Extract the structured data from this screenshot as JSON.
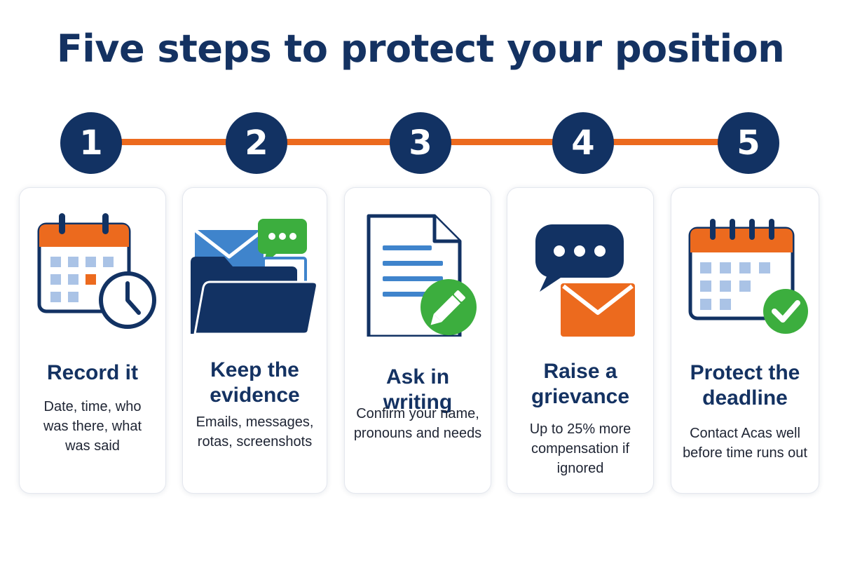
{
  "title": "Five steps to protect your position",
  "colors": {
    "navy": "#123263",
    "orange": "#ec6a1e",
    "blue": "#3f84cc",
    "light_blue": "#aac3e6",
    "green": "#3cae3e"
  },
  "steps": [
    {
      "number": "1",
      "title": "Record it",
      "description": "Date, time, who was there, what was said",
      "icon": "calendar-clock-icon"
    },
    {
      "number": "2",
      "title": "Keep the evidence",
      "description": "Emails, messages, rotas, screenshots",
      "icon": "folder-email-message-icon"
    },
    {
      "number": "3",
      "title": "Ask in writing",
      "description": "Confirm your name, pronouns and needs",
      "icon": "document-pencil-icon"
    },
    {
      "number": "4",
      "title": "Raise a grievance",
      "description": "Up to 25% more compensation if ignored",
      "icon": "speech-bubble-envelope-icon"
    },
    {
      "number": "5",
      "title": "Protect the deadline",
      "description": "Contact Acas well before time runs out",
      "icon": "calendar-check-icon"
    }
  ]
}
